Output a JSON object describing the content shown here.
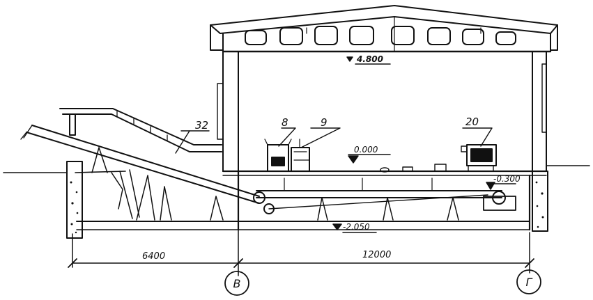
{
  "drawing": {
    "labels": {
      "elev_top": "4.800",
      "elev_floor": "0.000",
      "elev_pit": "-2.050",
      "elev_neg": "-0.300",
      "item_32": "32",
      "item_8": "8",
      "item_9": "9",
      "item_20": "20",
      "dim_left": "6400",
      "dim_right": "12000",
      "axis_b": "В",
      "axis_g": "Г"
    }
  }
}
